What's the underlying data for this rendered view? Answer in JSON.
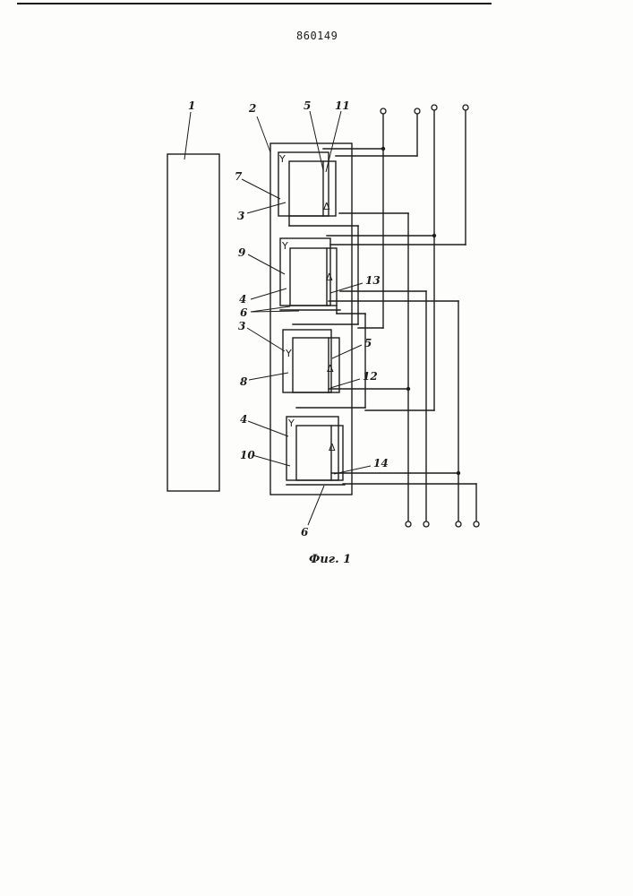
{
  "document": {
    "patent_number": "860149",
    "caption": "Фиг. 1"
  },
  "labels": {
    "l1": "1",
    "l2": "2",
    "l5_top": "5",
    "l11": "11",
    "l7": "7",
    "l3_top": "3",
    "l9": "9",
    "l4_top": "4",
    "l13": "13",
    "l6_mid": "6",
    "l3_mid": "3",
    "l5_mid": "5",
    "l8": "8",
    "l12": "12",
    "l4_bot": "4",
    "l10": "10",
    "l14": "14",
    "l6_bot": "6"
  },
  "symbols": {
    "star": "Y",
    "delta": "Δ"
  },
  "colors": {
    "ink": "#1c1c1c",
    "paper": "#fdfdfc"
  }
}
